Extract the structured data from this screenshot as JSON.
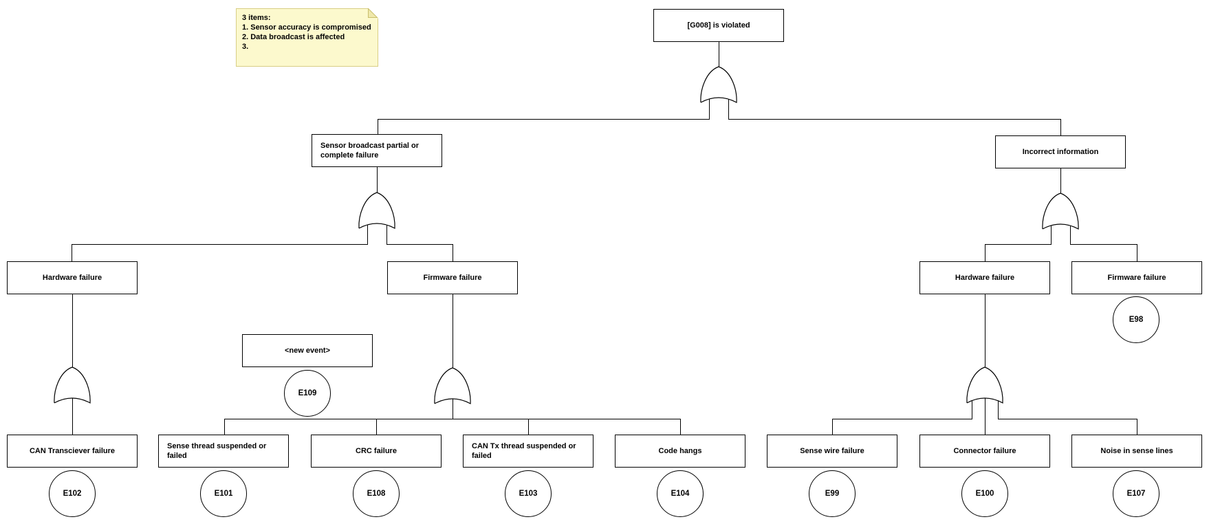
{
  "note": {
    "title": "3 items:",
    "items": [
      "1. Sensor accuracy is compromised",
      "2. Data broadcast is affected",
      "3."
    ]
  },
  "tree": {
    "gate_type": "OR",
    "root": {
      "label": "[G008] is violated"
    },
    "branches": {
      "sensor_broadcast": {
        "label": "Sensor broadcast partial or complete failure"
      },
      "incorrect_info": {
        "label": "Incorrect information"
      },
      "hardware_left": {
        "label": "Hardware failure"
      },
      "firmware_mid": {
        "label": "Firmware failure"
      },
      "hardware_right": {
        "label": "Hardware failure"
      },
      "firmware_right": {
        "label": "Firmware failure",
        "event_id": "E98"
      }
    },
    "leaves": {
      "new_event": {
        "label": "<new event>",
        "event_id": "E109"
      },
      "can_transciever": {
        "label": "CAN Transciever failure",
        "event_id": "E102"
      },
      "sense_thread": {
        "label": "Sense thread suspended or failed",
        "event_id": "E101"
      },
      "crc_failure": {
        "label": "CRC failure",
        "event_id": "E108"
      },
      "can_tx_thread": {
        "label": "CAN Tx thread suspended or failed",
        "event_id": "E103"
      },
      "code_hangs": {
        "label": "Code hangs",
        "event_id": "E104"
      },
      "sense_wire": {
        "label": "Sense wire failure",
        "event_id": "E99"
      },
      "connector": {
        "label": "Connector failure",
        "event_id": "E100"
      },
      "noise_sense_lines": {
        "label": "Noise in sense lines",
        "event_id": "E107"
      }
    }
  },
  "colors": {
    "note_bg": "#FCF9CD",
    "note_border": "#D8CE85",
    "note_fold": "#EFE8AB",
    "line": "#000000",
    "node_bg": "#FFFFFF"
  }
}
